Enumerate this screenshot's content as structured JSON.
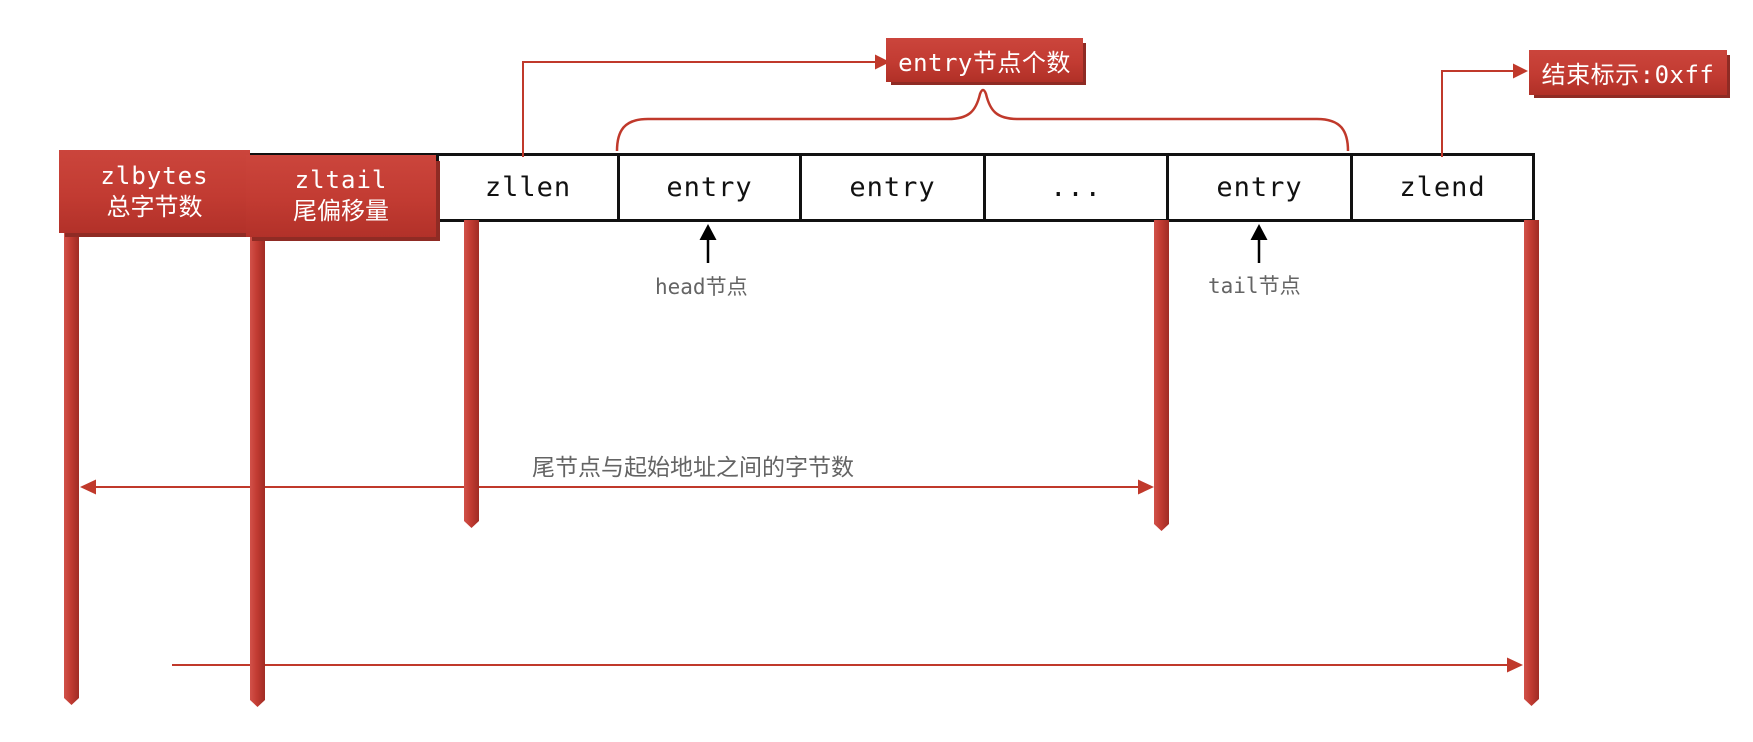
{
  "colors": {
    "accent_red": "#c23b32",
    "accent_red_dark": "#8f2b24",
    "connector_red": "#c0392b",
    "border_black": "#111111",
    "label_gray": "#646464"
  },
  "row": {
    "red_cells": [
      {
        "label": "zlbytes",
        "sublabel": "总字节数"
      },
      {
        "label": "zltail",
        "sublabel": "尾偏移量"
      }
    ],
    "cells": [
      {
        "label": "zllen"
      },
      {
        "label": "entry"
      },
      {
        "label": "entry"
      },
      {
        "label": "..."
      },
      {
        "label": "entry"
      },
      {
        "label": "zlend"
      }
    ]
  },
  "annotations": {
    "entry_count_badge": "entry节点个数",
    "end_marker_badge": "结束标示:0xff",
    "head_label": "head节点",
    "tail_label": "tail节点",
    "tail_offset_caption": "尾节点与起始地址之间的字节数"
  }
}
